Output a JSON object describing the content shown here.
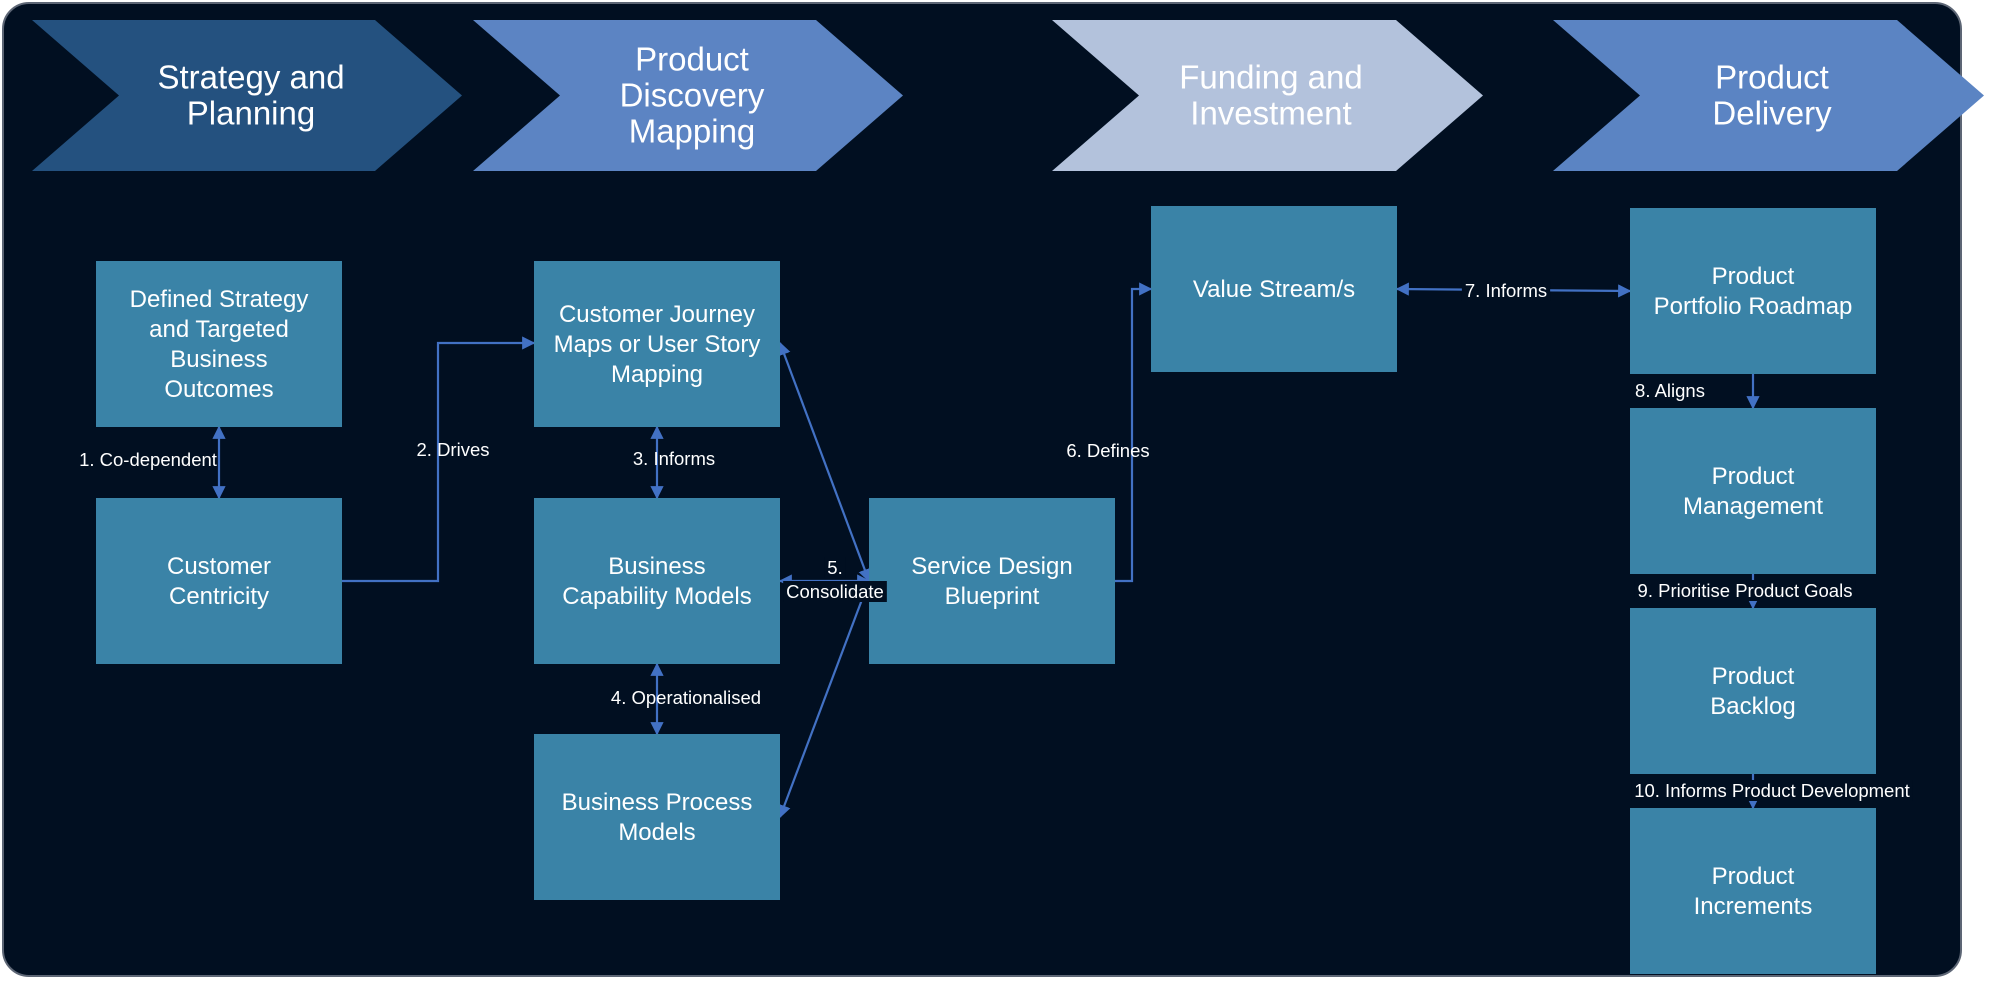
{
  "colors": {
    "background": "#010f21",
    "frame_border": "#5d6675",
    "box": "#3a83a7",
    "connector": "#4271c4",
    "chevron_strategy": "#24517f",
    "chevron_discovery": "#5c84c3",
    "chevron_funding": "#b3c2dc",
    "chevron_delivery": "#5b84c3"
  },
  "stages": [
    {
      "id": "strategy",
      "lines": [
        "Strategy and",
        "Planning"
      ]
    },
    {
      "id": "discovery",
      "lines": [
        "Product",
        "Discovery",
        "Mapping"
      ]
    },
    {
      "id": "funding",
      "lines": [
        "Funding and",
        "Investment"
      ]
    },
    {
      "id": "delivery",
      "lines": [
        "Product",
        "Delivery"
      ]
    }
  ],
  "nodes": [
    {
      "id": "defined-strategy",
      "lines": [
        "Defined Strategy",
        "and Targeted",
        "Business",
        "Outcomes"
      ]
    },
    {
      "id": "customer-centricity",
      "lines": [
        "Customer",
        "Centricity"
      ]
    },
    {
      "id": "customer-journey",
      "lines": [
        "Customer Journey",
        "Maps or User Story",
        "Mapping"
      ]
    },
    {
      "id": "business-capability",
      "lines": [
        "Business",
        "Capability Models"
      ]
    },
    {
      "id": "business-process",
      "lines": [
        "Business Process",
        "Models"
      ]
    },
    {
      "id": "service-design",
      "lines": [
        "Service Design",
        "Blueprint"
      ]
    },
    {
      "id": "value-stream",
      "lines": [
        "Value Stream/s"
      ]
    },
    {
      "id": "portfolio-roadmap",
      "lines": [
        "Product",
        "Portfolio Roadmap"
      ]
    },
    {
      "id": "product-management",
      "lines": [
        "Product",
        "Management"
      ]
    },
    {
      "id": "product-backlog",
      "lines": [
        "Product",
        "Backlog"
      ]
    },
    {
      "id": "product-increments",
      "lines": [
        "Product",
        "Increments"
      ]
    }
  ],
  "edges": [
    {
      "id": "co-dependent",
      "label": [
        "1. Co-dependent"
      ],
      "from": "defined-strategy",
      "to": "customer-centricity",
      "bidirectional": true
    },
    {
      "id": "drives",
      "label": [
        "2. Drives"
      ],
      "from": "customer-centricity",
      "to": "customer-journey",
      "bidirectional": false
    },
    {
      "id": "informs-3",
      "label": [
        "3. Informs"
      ],
      "from": "customer-journey",
      "to": "business-capability",
      "bidirectional": true
    },
    {
      "id": "operationalised",
      "label": [
        "4. Operationalised"
      ],
      "from": "business-capability",
      "to": "business-process",
      "bidirectional": true
    },
    {
      "id": "consolidate",
      "label": [
        "5.",
        "Consolidate"
      ],
      "from": "service-design",
      "to": "business-capability",
      "bidirectional": true
    },
    {
      "id": "journey-service",
      "label": [],
      "from": "service-design",
      "to": "customer-journey",
      "bidirectional": true
    },
    {
      "id": "process-service",
      "label": [],
      "from": "service-design",
      "to": "business-process",
      "bidirectional": true
    },
    {
      "id": "defines",
      "label": [
        "6. Defines"
      ],
      "from": "service-design",
      "to": "value-stream",
      "bidirectional": false
    },
    {
      "id": "informs-7",
      "label": [
        "7. Informs"
      ],
      "from": "value-stream",
      "to": "portfolio-roadmap",
      "bidirectional": true
    },
    {
      "id": "aligns",
      "label": [
        "8. Aligns"
      ],
      "from": "portfolio-roadmap",
      "to": "product-management",
      "bidirectional": false
    },
    {
      "id": "prioritise",
      "label": [
        "9. Prioritise Product Goals"
      ],
      "from": "product-management",
      "to": "product-backlog",
      "bidirectional": false
    },
    {
      "id": "informs-dev",
      "label": [
        "10. Informs Product Development"
      ],
      "from": "product-backlog",
      "to": "product-increments",
      "bidirectional": false
    }
  ]
}
